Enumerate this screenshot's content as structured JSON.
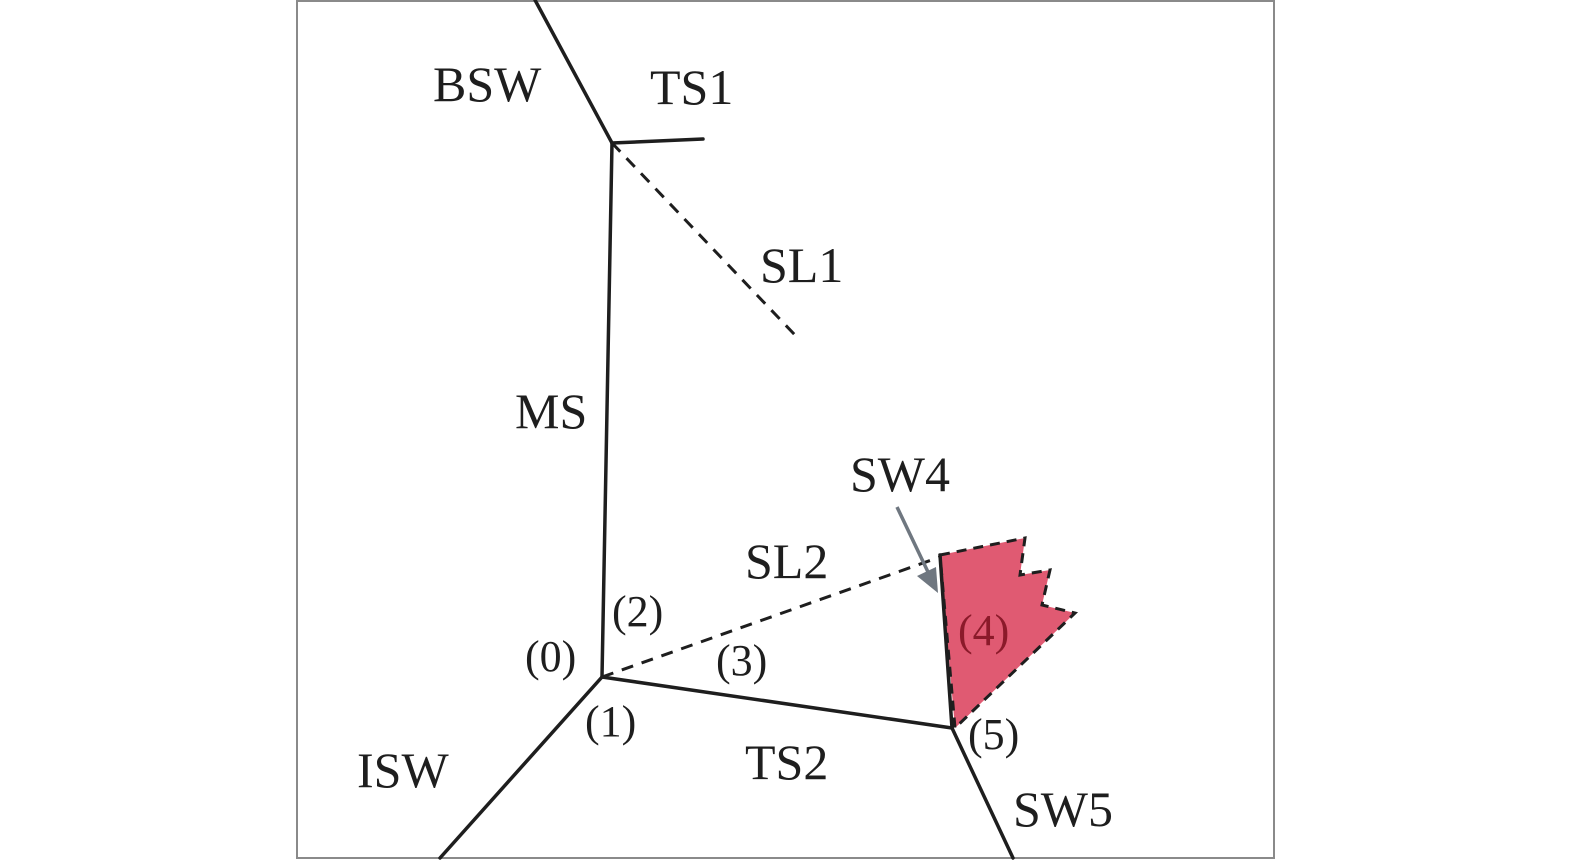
{
  "labels": {
    "bsw": "BSW",
    "ts1": "TS1",
    "sl1": "SL1",
    "ms": "MS",
    "sw4": "SW4",
    "sl2": "SL2",
    "isw": "ISW",
    "ts2": "TS2",
    "sw5": "SW5"
  },
  "points": {
    "p0": "(0)",
    "p1": "(1)",
    "p2": "(2)",
    "p3": "(3)",
    "p4": "(4)",
    "p5": "(5)"
  },
  "colors": {
    "line": "#1e1e1e",
    "highlight": "#e05a72",
    "arrow": "#6f7780",
    "frame": "#8a8a8a",
    "point4": "#8b1a2a"
  }
}
